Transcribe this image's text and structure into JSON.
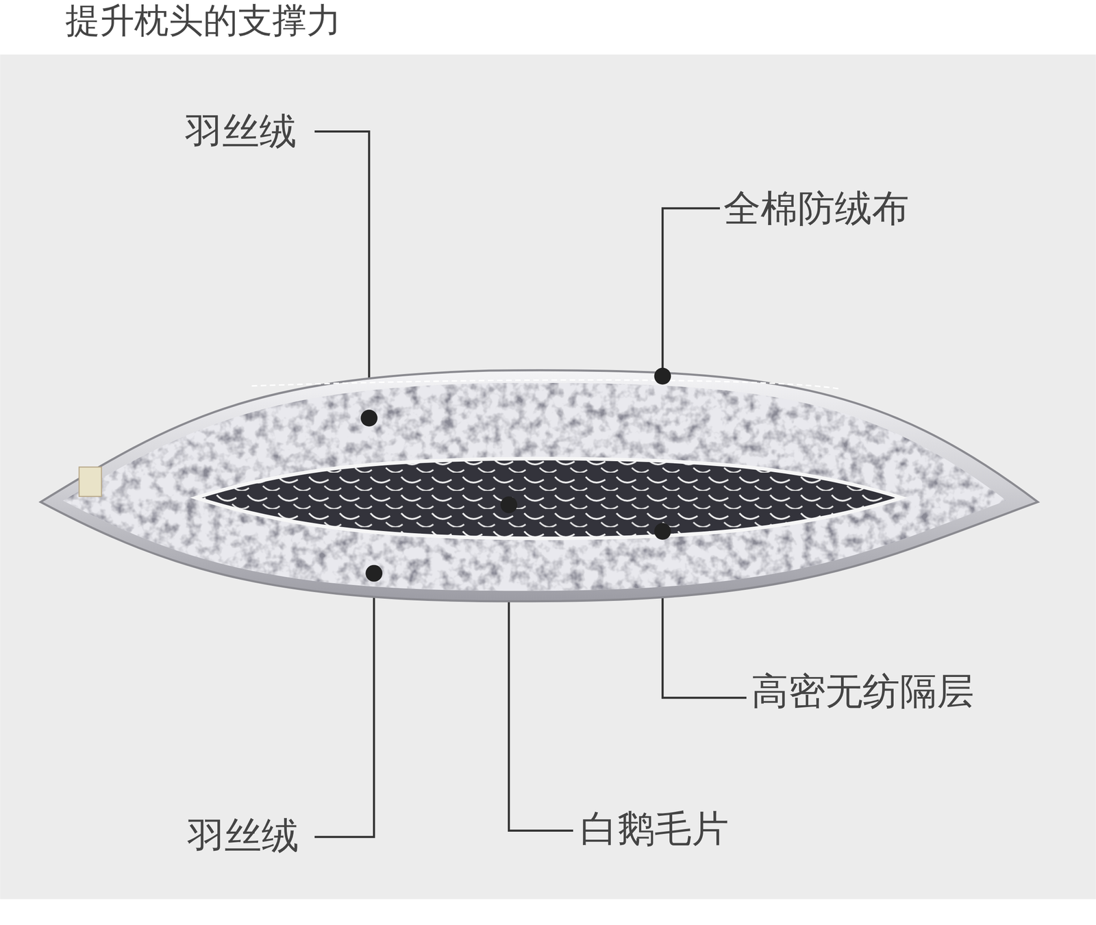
{
  "diagram": {
    "labels": [
      "提升枕头的支撑力",
      "羽丝绒",
      "全棉防绒布",
      "高密无纺隔层",
      "白鹅毛片",
      "羽丝绒"
    ]
  }
}
